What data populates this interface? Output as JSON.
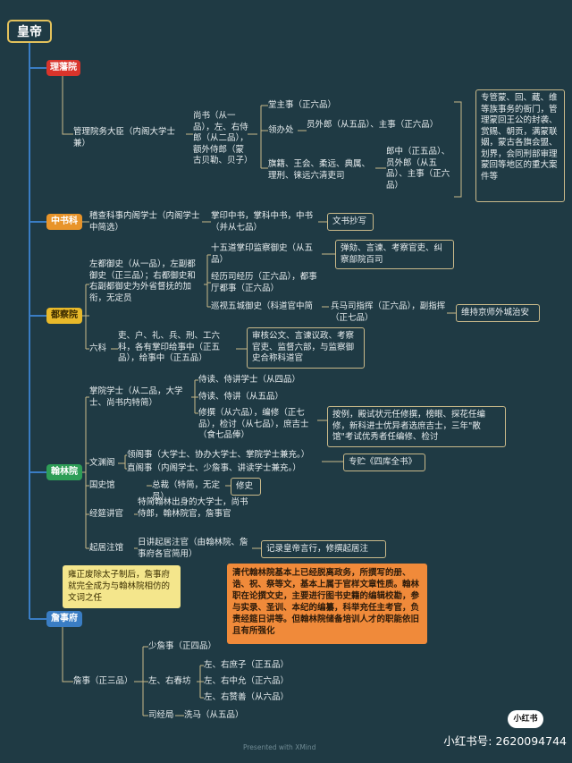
{
  "root": "皇帝",
  "categories": {
    "lifan": "理藩院",
    "zhongshu": "中书科",
    "ducha": "都察院",
    "hanlin": "翰林院",
    "zhanshi": "詹事府"
  },
  "lifan": {
    "n1": "管理院务大臣（内阁大学士兼）",
    "n2": "尚书（从一品），左、右侍郎（从二品），额外侍郎（蒙古贝勒、贝子）",
    "n3": "堂主事（正六品）",
    "n4": "领办处",
    "n5": "员外郎（从五品）、主事（正六品）",
    "n6": "旗籍、王会、柔远、典属、理刑、徕远六清吏司",
    "n7": "郎中（正五品）、员外郎（从五品）、主事（正六品）",
    "note": "专管蒙、回、藏、维等族事务的衙门，管理蒙回王公的封袭、赏赐、朝贡，满蒙联姻，蒙古各旗会盟、划界，会同刑部审理蒙回等地区的重大案件等"
  },
  "zhongshu": {
    "n1": "稽查科事内阁学士（内阁学士中简选）",
    "n2": "掌印中书，掌科中书，中书（并从七品）",
    "note": "文书抄写"
  },
  "ducha": {
    "n1": "左都御史（从一品），左副都御史（正三品）；右都御史和右副都御史为外省督抚的加衔，无定员",
    "n2": "十五道掌印监察御史（从五品）",
    "note1": "弹劾、言谏、考察官吏、纠察部院百司",
    "n3": "经历司经历（正六品），都事厅都事（正六品）",
    "n4": "巡视五城御史（科道官中简",
    "n5": "兵马司指挥（正六品），副指挥（正七品）",
    "note2": "维持京师外城治安",
    "n6": "六科",
    "n7": "吏、户、礼、兵、刑、工六科，各有掌印给事中（正五品），给事中（正五品）",
    "note3": "审核公文、言谏议政、考察官吏、监督六部，与监察御史合称科道官"
  },
  "hanlin": {
    "n1": "掌院学士（从二品，大学士、尚书内特简）",
    "n2": "侍读、侍讲学士（从四品）",
    "n3": "侍读、侍讲（从五品）",
    "n4": "修撰（从六品），编修（正七品），检讨（从七品），庶吉士（食七品俸）",
    "note1": "按例，殿试状元任修撰，榜眼、探花任编修，新科进士优异者选庶吉士，三年\"散馆\"考试优秀者任编修、检讨",
    "n5": "文渊阁",
    "n6": "领阁事（大学士、协办大学士、掌院学士兼充。）",
    "n7": "直阁事（内阁学士、少詹事、讲读学士兼充。）",
    "note2": "专贮《四库全书》",
    "n8": "国史馆",
    "n9": "总裁（特简，无定员）",
    "note3": "修史",
    "n10": "经筵讲官",
    "n11": "特简翰林出身的大学士，尚书侍郎，翰林院官，詹事官",
    "n12": "起居注馆",
    "n13": "日讲起居注官（由翰林院、詹事府各官简用）",
    "note4": "记录皇帝言行，修撰起居注",
    "note5": "清代翰林院基本上已经脱离政务，所撰写的册、诰、祝、祭等文，基本上属于官样文章性质。翰林职在论撰文史，主要进行图书史籍的编辑校勘，参与实录、圣训、本纪的编纂，科举充任主考官，负责经筵日讲等。但翰林院储备培训人才的职能依旧且有所强化"
  },
  "zhanshi": {
    "note": "雍正废除太子制后，詹事府就完全成为与翰林院相仿的文词之任",
    "n1": "詹事（正三品）",
    "n2": "少詹事（正四品）",
    "n3": "左、右春坊",
    "n4": "左、右庶子（正五品）",
    "n5": "左、右中允（正六品）",
    "n6": "左、右赞善（从六品）",
    "n7": "司经局",
    "n8": "洗马（从五品）"
  },
  "footer": {
    "watermark": "Presented with XMind",
    "brand": "小红书",
    "account": "小红书号: 2620094744"
  },
  "colors": {
    "background": "#1f3a44",
    "line": "#c9b98a",
    "trunk": "#3a7dc4",
    "lifan": "#d9342b",
    "zhongshu": "#e8942a",
    "ducha": "#e8b92a",
    "hanlin": "#2e9e57",
    "zhanshi": "#3a7dc4"
  }
}
